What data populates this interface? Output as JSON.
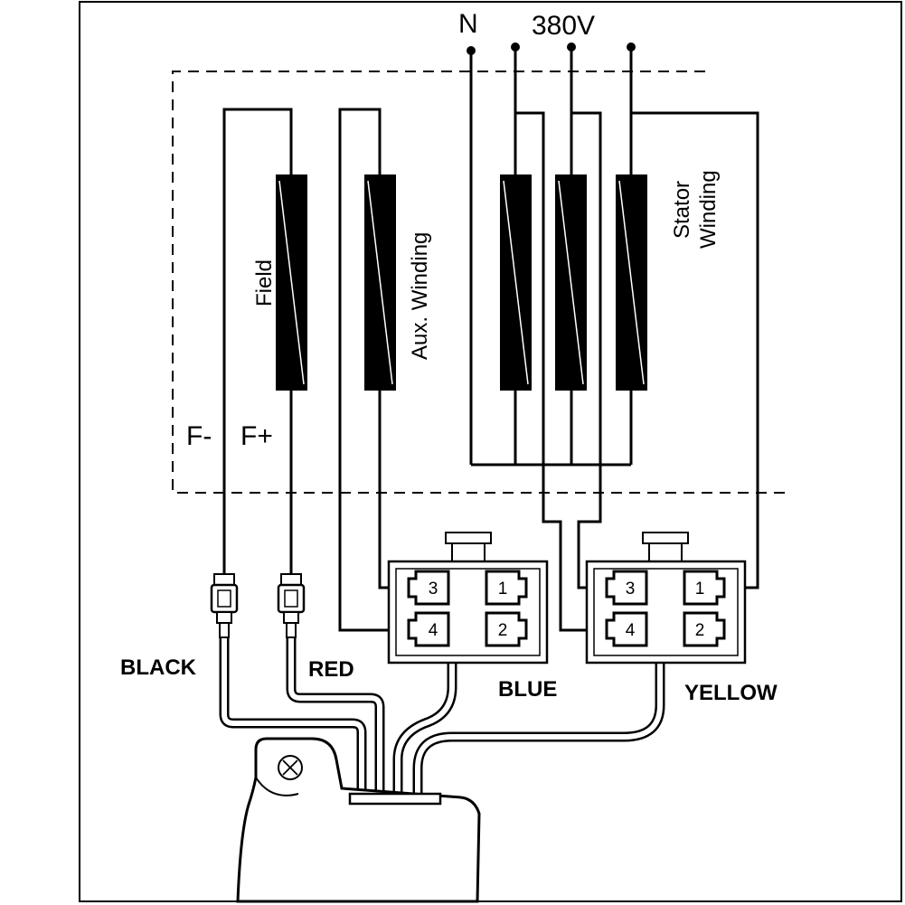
{
  "terminals": {
    "neutral": "N",
    "voltage": "380V"
  },
  "coils": {
    "field": "Field",
    "aux": "Aux. Winding",
    "stator_line1": "Stator",
    "stator_line2": "Winding"
  },
  "field_terminals": {
    "minus": "F-",
    "plus": "F+"
  },
  "wires": {
    "black": "BLACK",
    "red": "RED"
  },
  "connectors": [
    {
      "color": "BLUE",
      "pins": [
        "3",
        "1",
        "4",
        "2"
      ]
    },
    {
      "color": "YELLOW",
      "pins": [
        "3",
        "1",
        "4",
        "2"
      ]
    }
  ],
  "colors": {
    "line": "#000000",
    "background": "#ffffff"
  }
}
